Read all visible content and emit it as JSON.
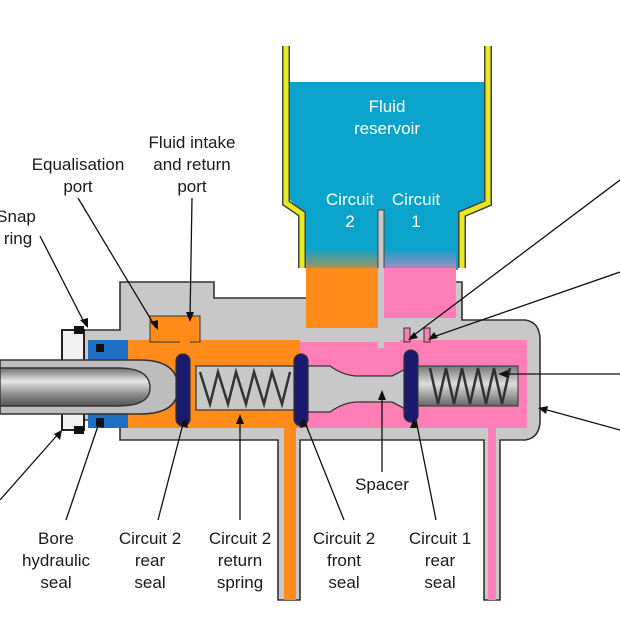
{
  "labels": {
    "fluid_reservoir": [
      "Fluid",
      "reservoir"
    ],
    "circuit2_res": [
      "Circuit",
      "2"
    ],
    "circuit1_res": [
      "Circuit",
      "1"
    ],
    "fluid_intake": [
      "Fluid intake",
      "and return",
      "port"
    ],
    "equalisation_port": [
      "Equalisation",
      "port"
    ],
    "snap_ring": [
      "Snap",
      "ring"
    ],
    "spacer": "Spacer",
    "bore_seal": [
      "Bore",
      "hydraulic",
      "seal"
    ],
    "c2_rear_seal": [
      "Circuit 2",
      "rear",
      "seal"
    ],
    "c2_return_spring": [
      "Circuit 2",
      "return",
      "spring"
    ],
    "c2_front_seal": [
      "Circuit 2",
      "front",
      "seal"
    ],
    "c1_rear_seal": [
      "Circuit 1",
      "rear",
      "seal"
    ]
  },
  "colors": {
    "reservoir_blue": "#0aa3cc",
    "circuit2_orange": "#ff8c1a",
    "circuit1_pink": "#ff7eb6",
    "body_gray": "#c8c8c8",
    "seal_navy": "#1a1a6e",
    "bore_seal_blue": "#1e6fc4",
    "reservoir_rim_yellow": "#e8e820"
  }
}
